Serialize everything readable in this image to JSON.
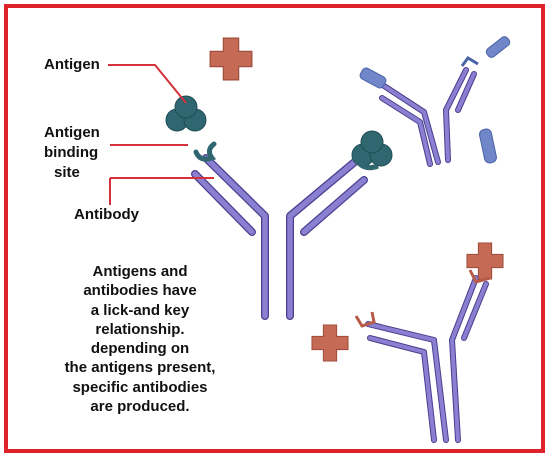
{
  "colors": {
    "border": "#e0232b",
    "antibody": "#7c6fc2",
    "antibody_outline": "#4a3f8e",
    "antigen_teal": "#2f6670",
    "antigen_cross": "#c46a55",
    "callout_line": "#d6303a",
    "fragment_blue": "#6f86c9"
  },
  "labels": {
    "antigen": "Antigen",
    "binding_site_line1": "Antigen",
    "binding_site_line2": "binding",
    "binding_site_line3": "site",
    "antibody": "Antibody"
  },
  "caption": {
    "lines": [
      "Antigens and",
      "antibodies have",
      "a lick-and key",
      "relationship.",
      "depending on",
      "the antigens present,",
      "specific antibodies",
      "are produced."
    ]
  },
  "icons": {
    "antigen_main": "teal-clover-antigen-icon",
    "antigen_cross": "cross-antigen-icon",
    "antibody": "y-antibody-icon"
  }
}
